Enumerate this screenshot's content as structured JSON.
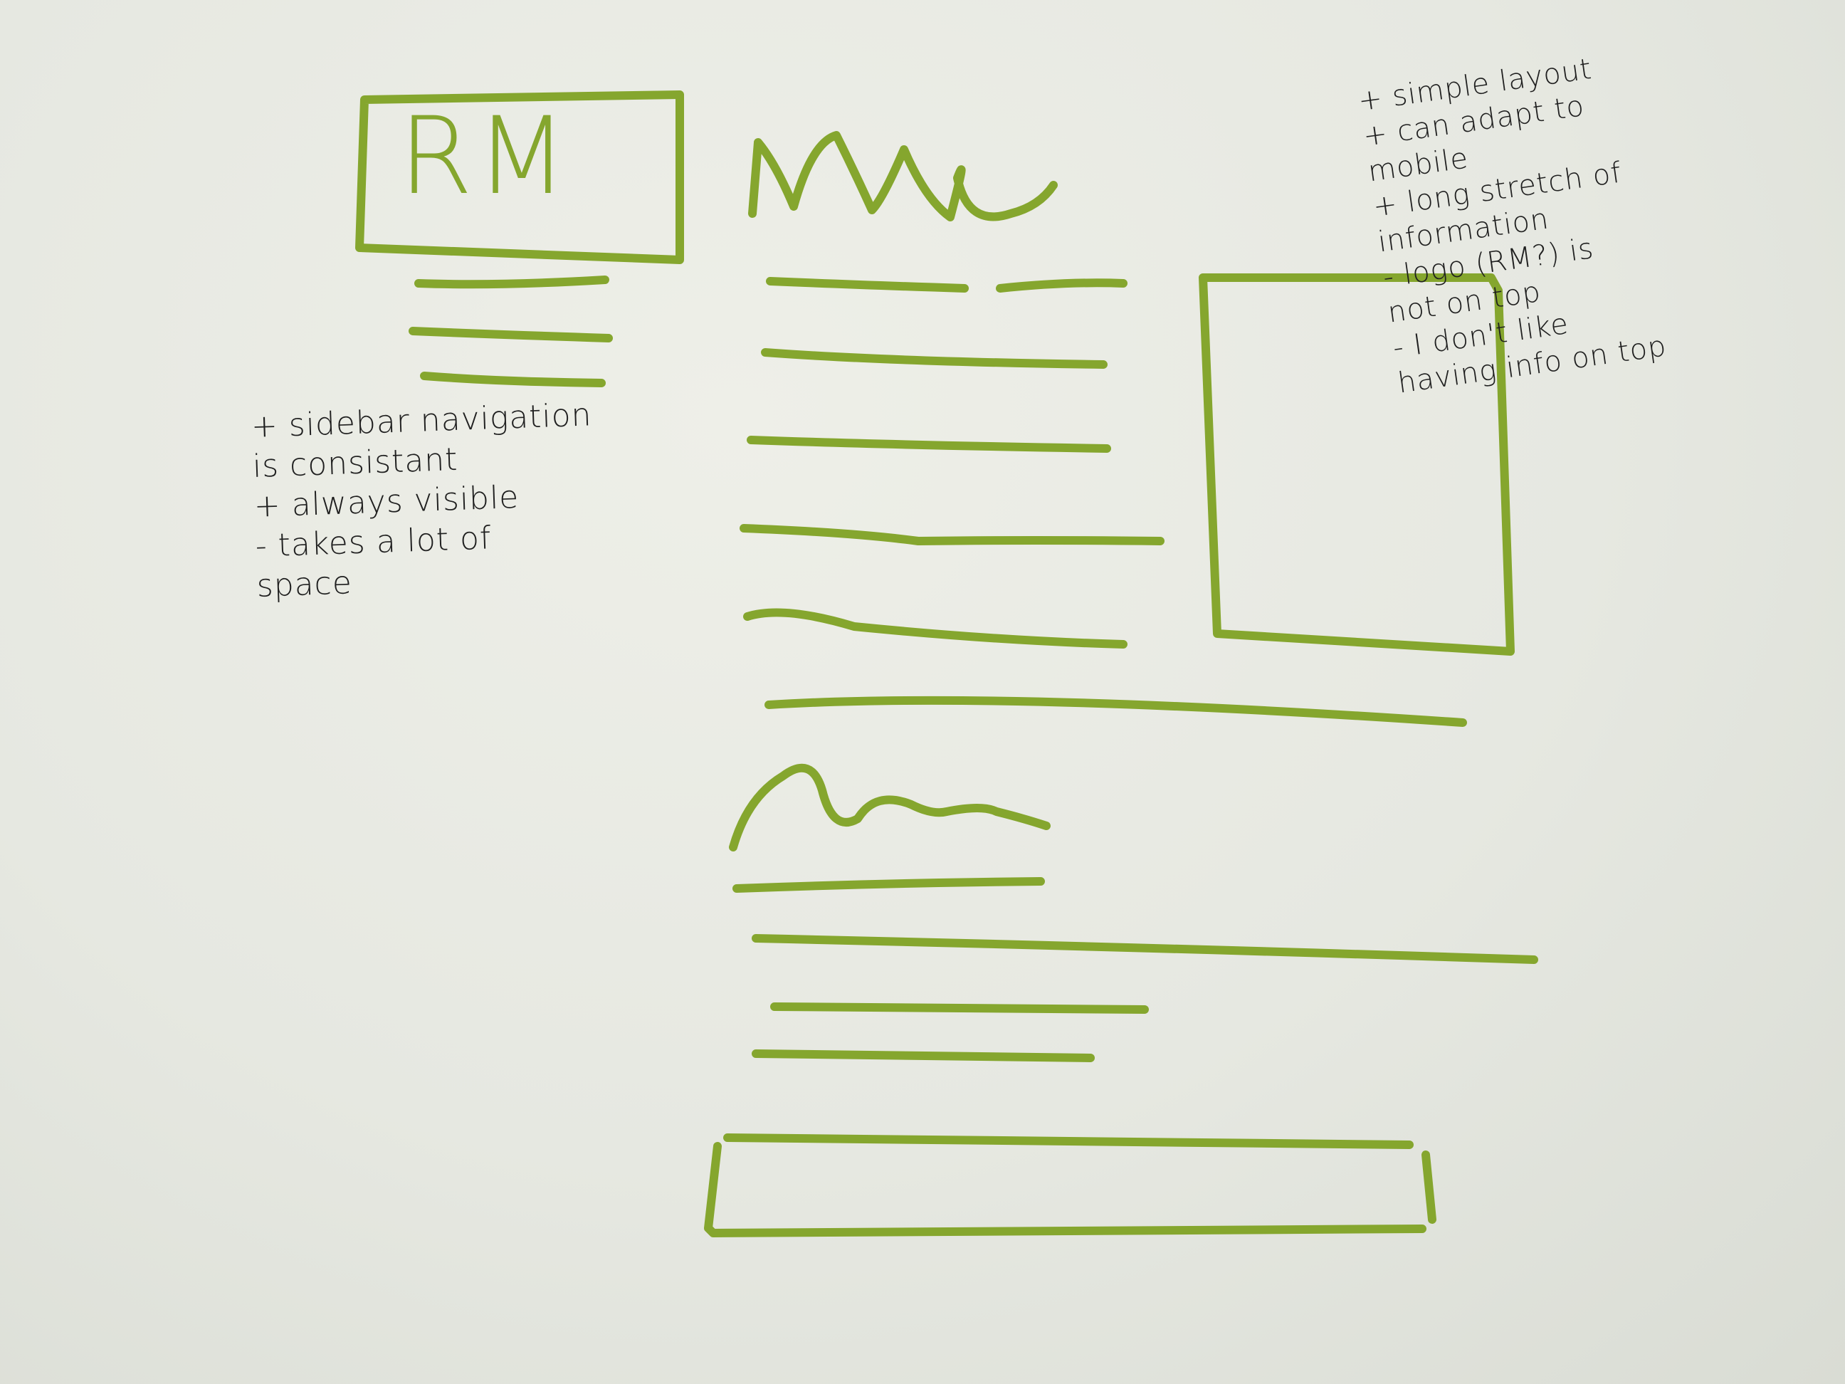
{
  "logo": {
    "text": "RM"
  },
  "sidebar_notes": [
    "+ sidebar navigation",
    "   is consistant",
    "+ always visible",
    "- takes a lot of",
    "   space"
  ],
  "layout_notes": [
    "+ simple layout",
    "+ can adapt to",
    "   mobile",
    "+ long stretch of",
    "   information",
    "- logo (RM?) is",
    "   not on top",
    "- I don't like",
    "   having info on top"
  ],
  "colors": {
    "marker_green": "#85a62e",
    "pen_ink": "#1f1f1f",
    "paper": "#e9ebe4"
  }
}
